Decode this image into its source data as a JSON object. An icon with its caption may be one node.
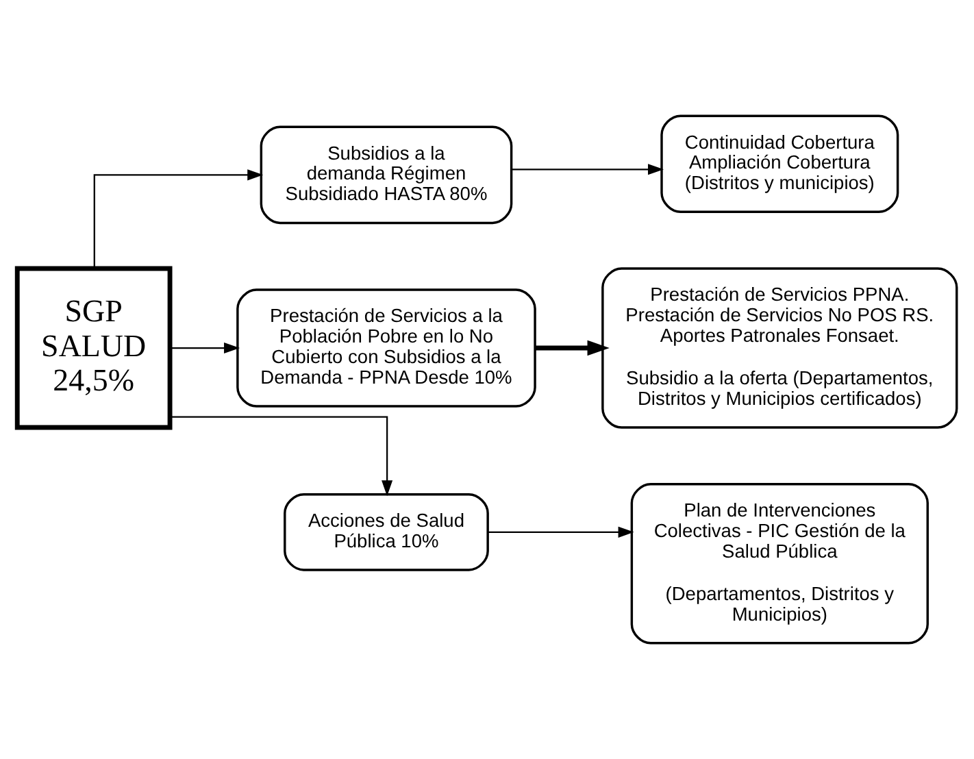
{
  "diagram": {
    "nodes": [
      {
        "text": [
          "SGP SALUD 24,5%"
        ]
      },
      {
        "text": [
          "Subsidios a la demanda Régimen Subsidiado HASTA 80%"
        ]
      },
      {
        "text": [
          "Continuidad Cobertura Ampliación Cobertura (Distritos y municipios)"
        ]
      },
      {
        "text": [
          "Prestación de Servicios a la Población Pobre en lo No Cubierto con Subsidios a la Demanda - PPNA Desde 10%"
        ]
      },
      {
        "text": [
          "Prestación de Servicios PPNA. Prestación de Servicios No POS RS. Aportes Patronales Fonsaet.",
          "Subsidio a la oferta (Departamentos, Distritos y Municipios certificados)"
        ]
      },
      {
        "text": [
          "Acciones de Salud Pública 10%"
        ]
      },
      {
        "text": [
          "Plan de Intervenciones Colectivas - PIC Gestión de la Salud Pública",
          "(Departamentos, Distritos y Municipios)"
        ]
      }
    ],
    "edges": [
      {
        "from": 0,
        "to": 1,
        "arrow": "to"
      },
      {
        "from": 1,
        "to": 2,
        "arrow": "to"
      },
      {
        "from": 0,
        "to": 3,
        "arrow": "to"
      },
      {
        "from": 3,
        "to": 4,
        "arrow": "to",
        "style": "thick"
      },
      {
        "from": 0,
        "to": 5,
        "arrow": "to"
      },
      {
        "from": 5,
        "to": 6,
        "arrow": "to"
      }
    ]
  }
}
